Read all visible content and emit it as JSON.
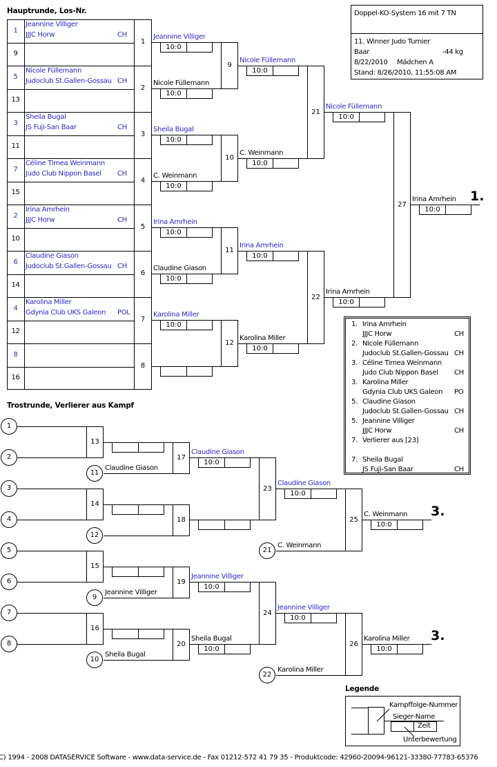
{
  "colors": {
    "winner_text": "#2a2ac8",
    "text": "#000000",
    "line": "#000000"
  },
  "headings": {
    "main_round": "Hauptrunde, Los-Nr.",
    "consolation_round": "Trostrunde, Verlierer aus Kampf",
    "legend": "Legende"
  },
  "info_box": {
    "system": "Doppel-KO-System 16 mit 7 TN",
    "tournament": "11. Winner Judo Turnier",
    "location": "Baar",
    "weight": "-44 kg",
    "date": "8/22/2010",
    "category": "Mädchen A",
    "status": "Stand: 8/26/2010, 11:55:08 AM"
  },
  "draw": [
    {
      "lot": "1",
      "name": "Jeannine Villiger",
      "club": "JJJC Horw",
      "nation": "CH",
      "lot_blue": true,
      "fight": "1"
    },
    {
      "lot": "9",
      "name": "",
      "club": "",
      "nation": "",
      "lot_blue": false
    },
    {
      "lot": "5",
      "name": "Nicole Füllemann",
      "club": "Judoclub St.Gallen-Gossau",
      "nation": "CH",
      "lot_blue": true,
      "fight": "2"
    },
    {
      "lot": "13",
      "name": "",
      "club": "",
      "nation": "",
      "lot_blue": false
    },
    {
      "lot": "3",
      "name": "Sheila Bugal",
      "club": "JS Fuji-San Baar",
      "nation": "CH",
      "lot_blue": true,
      "fight": "3"
    },
    {
      "lot": "11",
      "name": "",
      "club": "",
      "nation": "",
      "lot_blue": false
    },
    {
      "lot": "7",
      "name": "Céline Timea Weinmann",
      "club": "Judo Club Nippon Basel",
      "nation": "CH",
      "lot_blue": true,
      "fight": "4"
    },
    {
      "lot": "15",
      "name": "",
      "club": "",
      "nation": "",
      "lot_blue": false
    },
    {
      "lot": "2",
      "name": "Irina Amrhein",
      "club": "JJJC Horw",
      "nation": "CH",
      "lot_blue": true,
      "fight": "5"
    },
    {
      "lot": "10",
      "name": "",
      "club": "",
      "nation": "",
      "lot_blue": false
    },
    {
      "lot": "6",
      "name": "Claudine Giason",
      "club": "Judoclub St.Gallen-Gossau",
      "nation": "CH",
      "lot_blue": true,
      "fight": "6"
    },
    {
      "lot": "14",
      "name": "",
      "club": "",
      "nation": "",
      "lot_blue": false
    },
    {
      "lot": "4",
      "name": "Karolina Miller",
      "club": "Gdynia Club UKS Galeon",
      "nation": "POL",
      "lot_blue": true,
      "fight": "7"
    },
    {
      "lot": "12",
      "name": "",
      "club": "",
      "nation": "",
      "lot_blue": false
    },
    {
      "lot": "8",
      "name": "",
      "club": "",
      "nation": "",
      "lot_blue": true,
      "fight": "8"
    },
    {
      "lot": "16",
      "name": "",
      "club": "",
      "nation": "",
      "lot_blue": false
    }
  ],
  "main_bracket": {
    "round1_results": [
      {
        "fight": "1",
        "winner": "Jeannine Villiger",
        "blue": true,
        "score": "10:0",
        "time": ""
      },
      {
        "fight": "2",
        "winner": "Nicole Füllemann",
        "blue": false,
        "score": "10:0",
        "time": ""
      },
      {
        "fight": "3",
        "winner": "Sheila Bugal",
        "blue": true,
        "score": "10:0",
        "time": ""
      },
      {
        "fight": "4",
        "winner": "C. Weinmann",
        "blue": false,
        "score": "10:0",
        "time": ""
      },
      {
        "fight": "5",
        "winner": "Irina Amrhein",
        "blue": true,
        "score": "10:0",
        "time": ""
      },
      {
        "fight": "6",
        "winner": "Claudine Giason",
        "blue": false,
        "score": "10:0",
        "time": ""
      },
      {
        "fight": "7",
        "winner": "Karolina Miller",
        "blue": true,
        "score": "10:0",
        "time": ""
      },
      {
        "fight": "8",
        "winner": "",
        "blue": false,
        "score": "",
        "time": ""
      }
    ],
    "round2": [
      {
        "fight": "9",
        "winner": "Nicole Füllemann",
        "blue": true,
        "score": "10:0",
        "time": ""
      },
      {
        "fight": "10",
        "winner": "C. Weinmann",
        "blue": false,
        "score": "10:0",
        "time": ""
      },
      {
        "fight": "11",
        "winner": "Irina Amrhein",
        "blue": true,
        "score": "10:0",
        "time": ""
      },
      {
        "fight": "12",
        "winner": "Karolina Miller",
        "blue": false,
        "score": "10:0",
        "time": ""
      }
    ],
    "round3": [
      {
        "fight": "21",
        "winner": "Nicole Füllemann",
        "blue": true,
        "score": "10:0",
        "time": ""
      },
      {
        "fight": "22",
        "winner": "Irina Amrhein",
        "blue": false,
        "score": "10:0",
        "time": ""
      }
    ],
    "final": {
      "fight": "27",
      "winner": "Irina Amrhein",
      "blue": false,
      "score": "10:0",
      "time": "",
      "place": "1."
    }
  },
  "consolation": {
    "entry_circles": [
      "1",
      "2",
      "3",
      "4",
      "5",
      "6",
      "7",
      "8"
    ],
    "round1": [
      {
        "fight": "13",
        "score": "",
        "time": ""
      },
      {
        "fight": "14",
        "score": "",
        "time": ""
      },
      {
        "fight": "15",
        "score": "",
        "time": ""
      },
      {
        "fight": "16",
        "score": "",
        "time": ""
      }
    ],
    "round2": [
      {
        "fight": "17",
        "loser_from": "11",
        "loser_name": "Claudine Giason",
        "winner": "Claudine Giason",
        "blue": true,
        "score": "10:0",
        "time": ""
      },
      {
        "fight": "18",
        "loser_from": "12",
        "loser_name": "",
        "winner": "",
        "blue": false,
        "score": "",
        "time": ""
      },
      {
        "fight": "19",
        "loser_from": "9",
        "loser_name": "Jeannine Villiger",
        "winner": "Jeannine Villiger",
        "blue": true,
        "score": "10:0",
        "time": ""
      },
      {
        "fight": "20",
        "loser_from": "10",
        "loser_name": "Sheila Bugal",
        "winner": "Sheila Bugal",
        "blue": false,
        "score": "10:0",
        "time": ""
      }
    ],
    "round3": [
      {
        "fight": "23",
        "winner": "Claudine Giason",
        "blue": true,
        "score": "10:0",
        "time": ""
      },
      {
        "fight": "24",
        "winner": "Jeannine Villiger",
        "blue": true,
        "score": "10:0",
        "time": ""
      }
    ],
    "round4": [
      {
        "fight": "25",
        "loser_from": "21",
        "loser_name": "C. Weinmann",
        "winner": "C. Weinmann",
        "blue": false,
        "score": "10:0",
        "time": "",
        "place": "3."
      },
      {
        "fight": "26",
        "loser_from": "22",
        "loser_name": "Karolina Miller",
        "winner": "Karolina Miller",
        "blue": false,
        "score": "10:0",
        "time": "",
        "place": "3."
      }
    ]
  },
  "ranking": [
    {
      "rank": "1.",
      "name": "Irina Amrhein",
      "club": "JJJC Horw",
      "nation": "CH"
    },
    {
      "rank": "2.",
      "name": "Nicole Füllemann",
      "club": "Judoclub St.Gallen-Gossau",
      "nation": "CH"
    },
    {
      "rank": "3.",
      "name": "Céline Timea Weinmann",
      "club": "Judo Club Nippon Basel",
      "nation": "CH"
    },
    {
      "rank": "3.",
      "name": "Karolina Miller",
      "club": "Gdynia Club UKS Galeon",
      "nation": "PO"
    },
    {
      "rank": "5.",
      "name": "Claudine Giason",
      "club": "Judoclub St.Gallen-Gossau",
      "nation": "CH"
    },
    {
      "rank": "5.",
      "name": "Jeannine Villiger",
      "club": "JJJC Horw",
      "nation": "CH"
    },
    {
      "rank": "7.",
      "name": "Verlierer aus [23]",
      "club": "",
      "nation": ""
    },
    {
      "rank": "7.",
      "name": "Sheila Bugal",
      "club": "JS Fuji-San Baar",
      "nation": "CH"
    }
  ],
  "legend": {
    "fight_number": "Kampffolge-Nummer",
    "winner_name": "Sieger-Name",
    "time": "Zeit",
    "sub_score": "Unterbewertung"
  },
  "footer": "C) 1994 - 2008 DATASERVICE Software - www.data-service.de - Fax 01212-572 41 79 35 - Produktcode: 42960-20094-96121-33380-77783-65376"
}
